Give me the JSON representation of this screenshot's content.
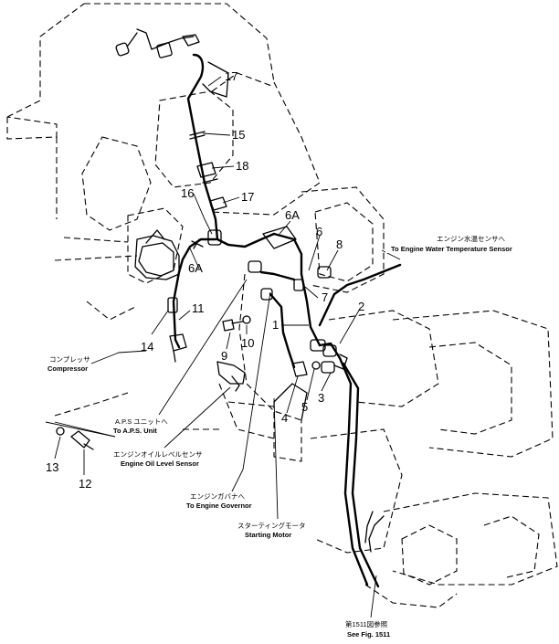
{
  "callouts": {
    "c17a": "17",
    "c15": "15",
    "c18": "18",
    "c16": "16",
    "c17b": "17",
    "c6a_top": "6A",
    "c6a_left": "6A",
    "c6": "6",
    "c8": "8",
    "c7": "7",
    "c1": "1",
    "c2": "2",
    "c11": "11",
    "c14": "14",
    "c10": "10",
    "c9": "9",
    "c3": "3",
    "c5": "5",
    "c4": "4",
    "c13": "13",
    "c12": "12"
  },
  "labels": {
    "water_temp_jp": "エンジン水温センサへ",
    "water_temp_en": "To Engine Water Temperature Sensor",
    "compressor_jp": "コンプレッサ",
    "compressor_en": "Compressor",
    "aps_jp": "A.P.S ユニットへ",
    "aps_en": "To A.P.S. Unit",
    "oil_level_jp": "エンジンオイルレベルセンサ",
    "oil_level_en": "Engine Oil Level Sensor",
    "governor_jp": "エンジンガバナへ",
    "governor_en": "To Engine Governor",
    "starting_motor_jp": "スターティングモータ",
    "starting_motor_en": "Starting Motor",
    "see_fig_jp": "第1511図参照",
    "see_fig_en": "See Fig. 1511"
  }
}
